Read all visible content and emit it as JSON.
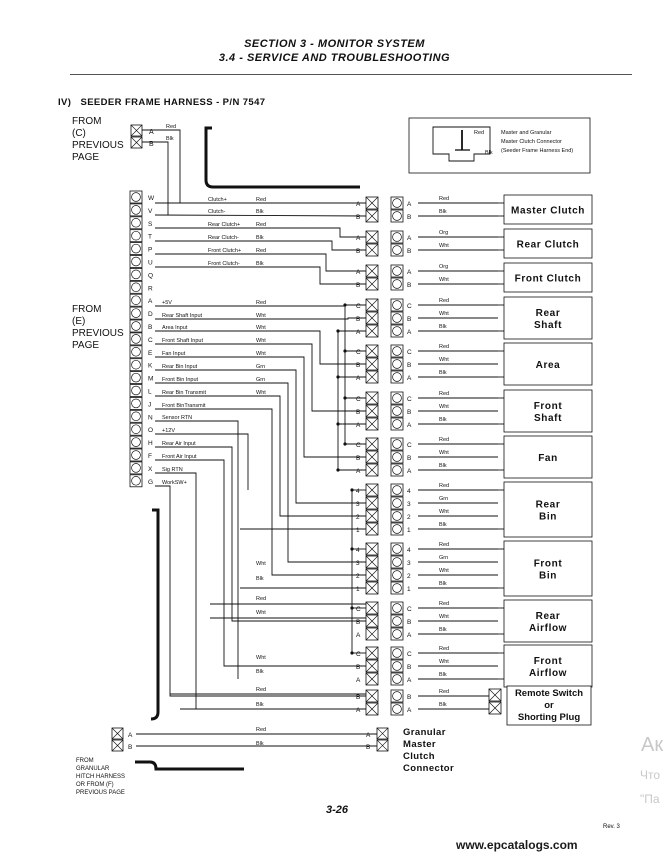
{
  "header": {
    "section": "SECTION 3 - MONITOR SYSTEM",
    "subsection": "3.4 - SERVICE AND TROUBLESHOOTING"
  },
  "harness_title": "IV)   SEEDER FRAME HARNESS - P/N 7547",
  "left_labels": {
    "from_c": [
      "FROM",
      "(C)",
      "PREVIOUS",
      "PAGE"
    ],
    "from_e": [
      "FROM",
      "(E)",
      "PREVIOUS",
      "PAGE"
    ],
    "from_f": [
      "FROM",
      "GRANULAR",
      "HITCH HARNESS",
      "OR FROM (F)",
      "PREVIOUS PAGE"
    ]
  },
  "legend": {
    "red": "Red",
    "blk": "Blk",
    "line1": "Master and Granular",
    "line2": "Master Clutch Connector",
    "line3": "(Seeder Frame Harness End)"
  },
  "left_c_pins": [
    "A",
    "B"
  ],
  "left_c_colors": [
    "Red",
    "Blk"
  ],
  "left_e_pins": [
    "W",
    "V",
    "S",
    "T",
    "P",
    "U",
    "Q",
    "R",
    "A",
    "D",
    "B",
    "C",
    "E",
    "K",
    "M",
    "L",
    "J",
    "N",
    "O",
    "H",
    "F",
    "X",
    "G"
  ],
  "signals": [
    {
      "name": "Clutch+",
      "color": "Red"
    },
    {
      "name": "Clutch-",
      "color": "Blk"
    },
    {
      "name": "Rear Clutch+",
      "color": "Red"
    },
    {
      "name": "Rear Clutch-",
      "color": "Blk"
    },
    {
      "name": "Front Clutch+",
      "color": "Red"
    },
    {
      "name": "Front Clutch-",
      "color": "Blk"
    },
    {
      "name": "+5V",
      "color": "Red"
    },
    {
      "name": "Rear Shaft Input",
      "color": "Wht"
    },
    {
      "name": "Area Input",
      "color": "Wht"
    },
    {
      "name": "Front Shaft Input",
      "color": "Wht"
    },
    {
      "name": "Fan Input",
      "color": "Wht"
    },
    {
      "name": "Rear Bin Input",
      "color": "Grn"
    },
    {
      "name": "Front Bin Input",
      "color": "Grn"
    },
    {
      "name": "Rear Bin Transmit",
      "color": "Wht"
    },
    {
      "name": "Front BinTransmit",
      "color": ""
    },
    {
      "name": "Sensor RTN",
      "color": ""
    },
    {
      "name": "+12V",
      "color": ""
    },
    {
      "name": "Rear Air Input",
      "color": ""
    },
    {
      "name": "Front Air Input",
      "color": ""
    },
    {
      "name": "Sig RTN",
      "color": ""
    },
    {
      "name": "WorkSW+",
      "color": ""
    }
  ],
  "devices": [
    {
      "label": [
        "Master Clutch"
      ],
      "pins": [
        "A",
        "B"
      ],
      "colors": [
        "Red",
        "Blk"
      ]
    },
    {
      "label": [
        "Rear Clutch"
      ],
      "pins": [
        "A",
        "B"
      ],
      "colors": [
        "Org",
        "Wht"
      ]
    },
    {
      "label": [
        "Front Clutch"
      ],
      "pins": [
        "A",
        "B"
      ],
      "colors": [
        "Org",
        "Wht"
      ]
    },
    {
      "label": [
        "Rear",
        "Shaft"
      ],
      "pins": [
        "C",
        "B",
        "A"
      ],
      "colors": [
        "Red",
        "Wht",
        "Blk"
      ]
    },
    {
      "label": [
        "Area"
      ],
      "pins": [
        "C",
        "B",
        "A"
      ],
      "colors": [
        "Red",
        "Wht",
        "Blk"
      ]
    },
    {
      "label": [
        "Front",
        "Shaft"
      ],
      "pins": [
        "C",
        "B",
        "A"
      ],
      "colors": [
        "Red",
        "Wht",
        "Blk"
      ]
    },
    {
      "label": [
        "Fan"
      ],
      "pins": [
        "C",
        "B",
        "A"
      ],
      "colors": [
        "Red",
        "Wht",
        "Blk"
      ]
    },
    {
      "label": [
        "Rear",
        "Bin"
      ],
      "pins": [
        "4",
        "3",
        "2",
        "1"
      ],
      "colors": [
        "Red",
        "Grn",
        "Wht",
        "Blk"
      ]
    },
    {
      "label": [
        "Front",
        "Bin"
      ],
      "pins": [
        "4",
        "3",
        "2",
        "1"
      ],
      "colors": [
        "Red",
        "Grn",
        "Wht",
        "Blk"
      ]
    },
    {
      "label": [
        "Rear",
        "Airflow"
      ],
      "pins": [
        "C",
        "B",
        "A"
      ],
      "colors": [
        "Red",
        "Wht",
        "Blk"
      ]
    },
    {
      "label": [
        "Front",
        "Airflow"
      ],
      "pins": [
        "C",
        "B",
        "A"
      ],
      "colors": [
        "Red",
        "Wht",
        "Blk"
      ]
    },
    {
      "label": [
        "Remote Switch",
        "or",
        "Shorting Plug"
      ],
      "pins": [
        "B",
        "A"
      ],
      "colors": [
        "Red",
        "Blk"
      ]
    }
  ],
  "mid_labels": {
    "frontbin_wht": "Wht",
    "frontbin_blk": "Blk",
    "rearair_red": "Red",
    "rearair_wht": "Wht",
    "frontair_wht": "Wht",
    "frontair_blk": "Blk",
    "remote_red": "Red",
    "remote_blk": "Blk",
    "gran_red": "Red",
    "gran_blk": "Blk"
  },
  "granular": {
    "pins": [
      "A",
      "B"
    ],
    "label": [
      "Granular",
      "Master",
      "Clutch",
      "Connector"
    ]
  },
  "footer": {
    "page": "3-26",
    "rev": "Rev. 3",
    "site": "www.epcatalogs.com"
  },
  "watermark": [
    "Ак",
    "Что",
    "\"Па"
  ]
}
